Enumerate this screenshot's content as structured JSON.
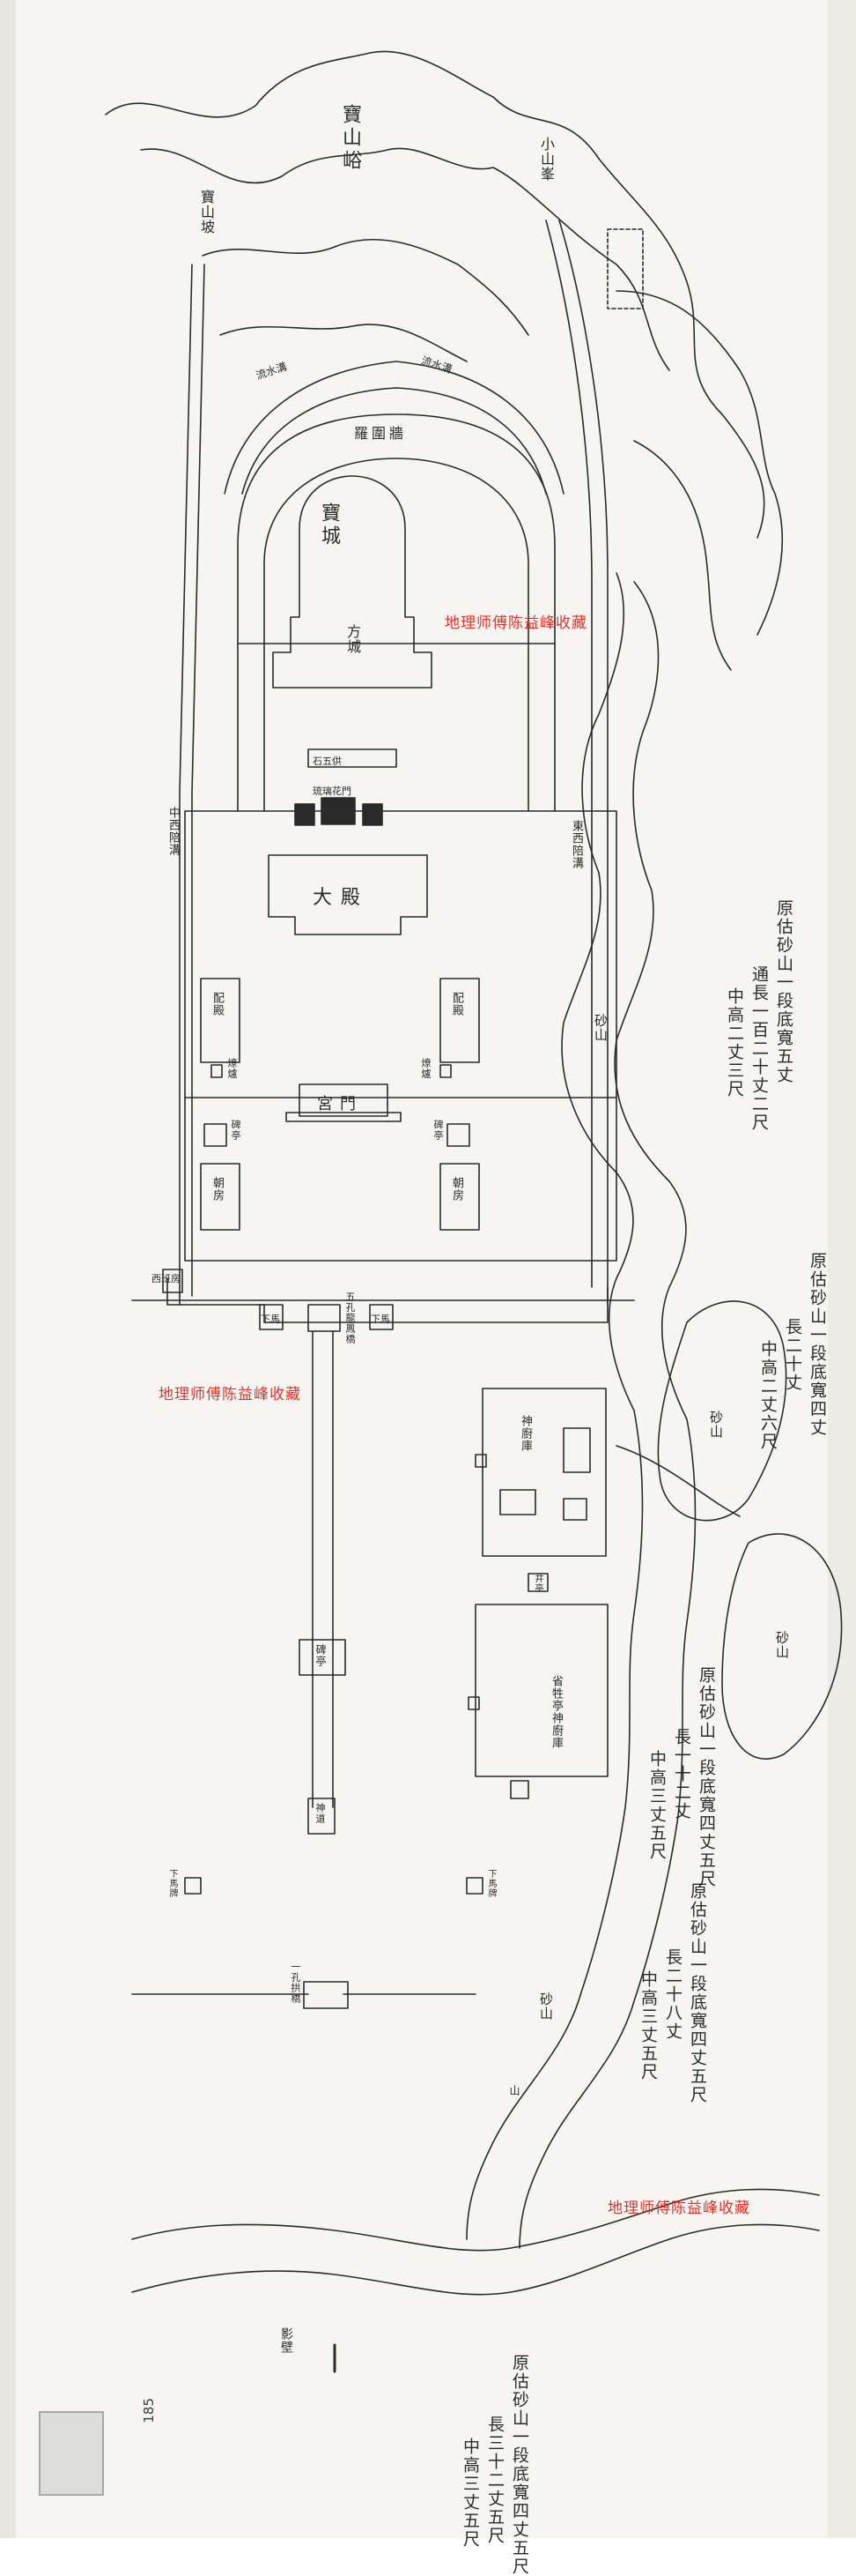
{
  "mountains": {
    "main_peak": "寶山峪",
    "left_ridge": "寶山坡",
    "right_ridge": "小山峯"
  },
  "palace": {
    "bao_cheng": "寶城",
    "fang_cheng": "方城",
    "luo_wei_qiang": "羅圍牆",
    "stone_table": "石五供",
    "gate_top": "琉璃花門",
    "main_hall": "大殿",
    "west_side_hall": "配殿",
    "east_side_hall": "配殿",
    "west_burner": "燎爐",
    "east_burner": "燎爐",
    "palace_gate": "宮門",
    "west_pavilion": "碑亭",
    "east_pavilion": "碑亭",
    "west_house": "朝房",
    "east_house": "朝房",
    "west_stream": "流水溝",
    "east_stream": "流水溝"
  },
  "outer": {
    "west_drain": "中西陪溝",
    "east_drain": "東西陪溝",
    "west_corner": "西班房",
    "west_gate_house": "下馬",
    "east_gate_house": "下馬",
    "dragon_bridge": "五孔龍鳳橋",
    "stele_pavilion": "碑亭",
    "spirit_road": "神道",
    "chef_compound": "神廚庫",
    "sacrifice_compound": "省牲亭神廚庫",
    "well_pavilion": "井亭",
    "dismount_left": "下馬牌",
    "dismount_right": "下馬牌",
    "bridge_south": "一孔拱橋",
    "screen_wall": "影壁",
    "mountain_label": "山"
  },
  "sand_hills": {
    "label_1": "砂山",
    "label_2": "砂山",
    "label_3": "砂山",
    "label_4": "砂山"
  },
  "notes": {
    "note1_col1": "原估砂山一段底寬五丈",
    "note1_col2": "通長一百二十丈二尺",
    "note1_col3": "中高二丈三尺",
    "note2_col1": "原估砂山一段底寬四丈",
    "note2_col2": "長二十丈",
    "note2_col3": "中高二丈六尺",
    "note3_col1": "原估砂山一段底寬四丈五尺",
    "note3_col2": "長一十二丈",
    "note3_col3": "中高三丈五尺",
    "note4_col1": "原估砂山一段底寬四丈五尺",
    "note4_col2": "長二十八丈",
    "note4_col3": "中高三丈五尺",
    "note5_col1": "原估砂山一段底寬四丈五尺",
    "note5_col2": "長三十二丈五尺",
    "note5_col3": "中高三丈五尺"
  },
  "watermarks": {
    "wm1": "地理师傅陈益峰收藏",
    "wm2": "地理师傅陈益峰收藏",
    "wm3": "地理师傅陈益峰收藏"
  },
  "page_number": "185",
  "colors": {
    "paper": "#f6f5f1",
    "ink": "#2a2a2a",
    "watermark": "#e0322c"
  }
}
